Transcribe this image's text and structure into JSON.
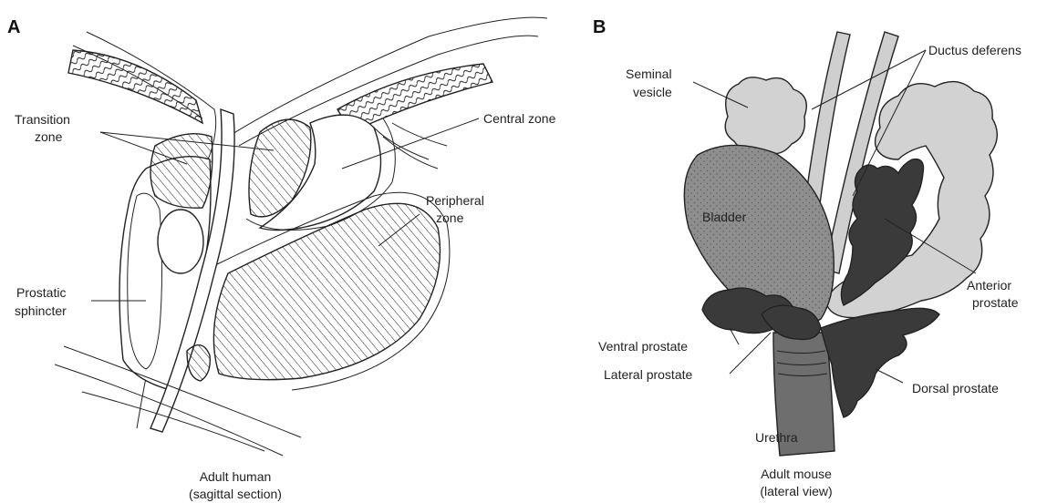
{
  "panels": {
    "a": {
      "letter": "A",
      "caption_line1": "Adult human",
      "caption_line2": "(sagittal section)",
      "labels": {
        "transition_zone_1": "Transition",
        "transition_zone_2": "zone",
        "central_zone": "Central zone",
        "peripheral_zone_1": "Peripheral",
        "peripheral_zone_2": "zone",
        "prostatic_sphincter_1": "Prostatic",
        "prostatic_sphincter_2": "sphincter"
      }
    },
    "b": {
      "letter": "B",
      "caption_line1": "Adult mouse",
      "caption_line2": "(lateral view)",
      "labels": {
        "seminal_vesicle_1": "Seminal",
        "seminal_vesicle_2": "vesicle",
        "ductus_deferens": "Ductus deferens",
        "bladder": "Bladder",
        "anterior_prostate_1": "Anterior",
        "anterior_prostate_2": "prostate",
        "ventral_prostate": "Ventral prostate",
        "lateral_prostate": "Lateral prostate",
        "dorsal_prostate": "Dorsal prostate",
        "urethra": "Urethra"
      }
    }
  },
  "colors": {
    "line": "#222222",
    "seminal_vesicle": "#d2d2d2",
    "bladder": "#8e8e8e",
    "prostate_lobes": "#3a3a3a",
    "urethra": "#6e6e6e",
    "ductus": "#cfcfcf"
  }
}
